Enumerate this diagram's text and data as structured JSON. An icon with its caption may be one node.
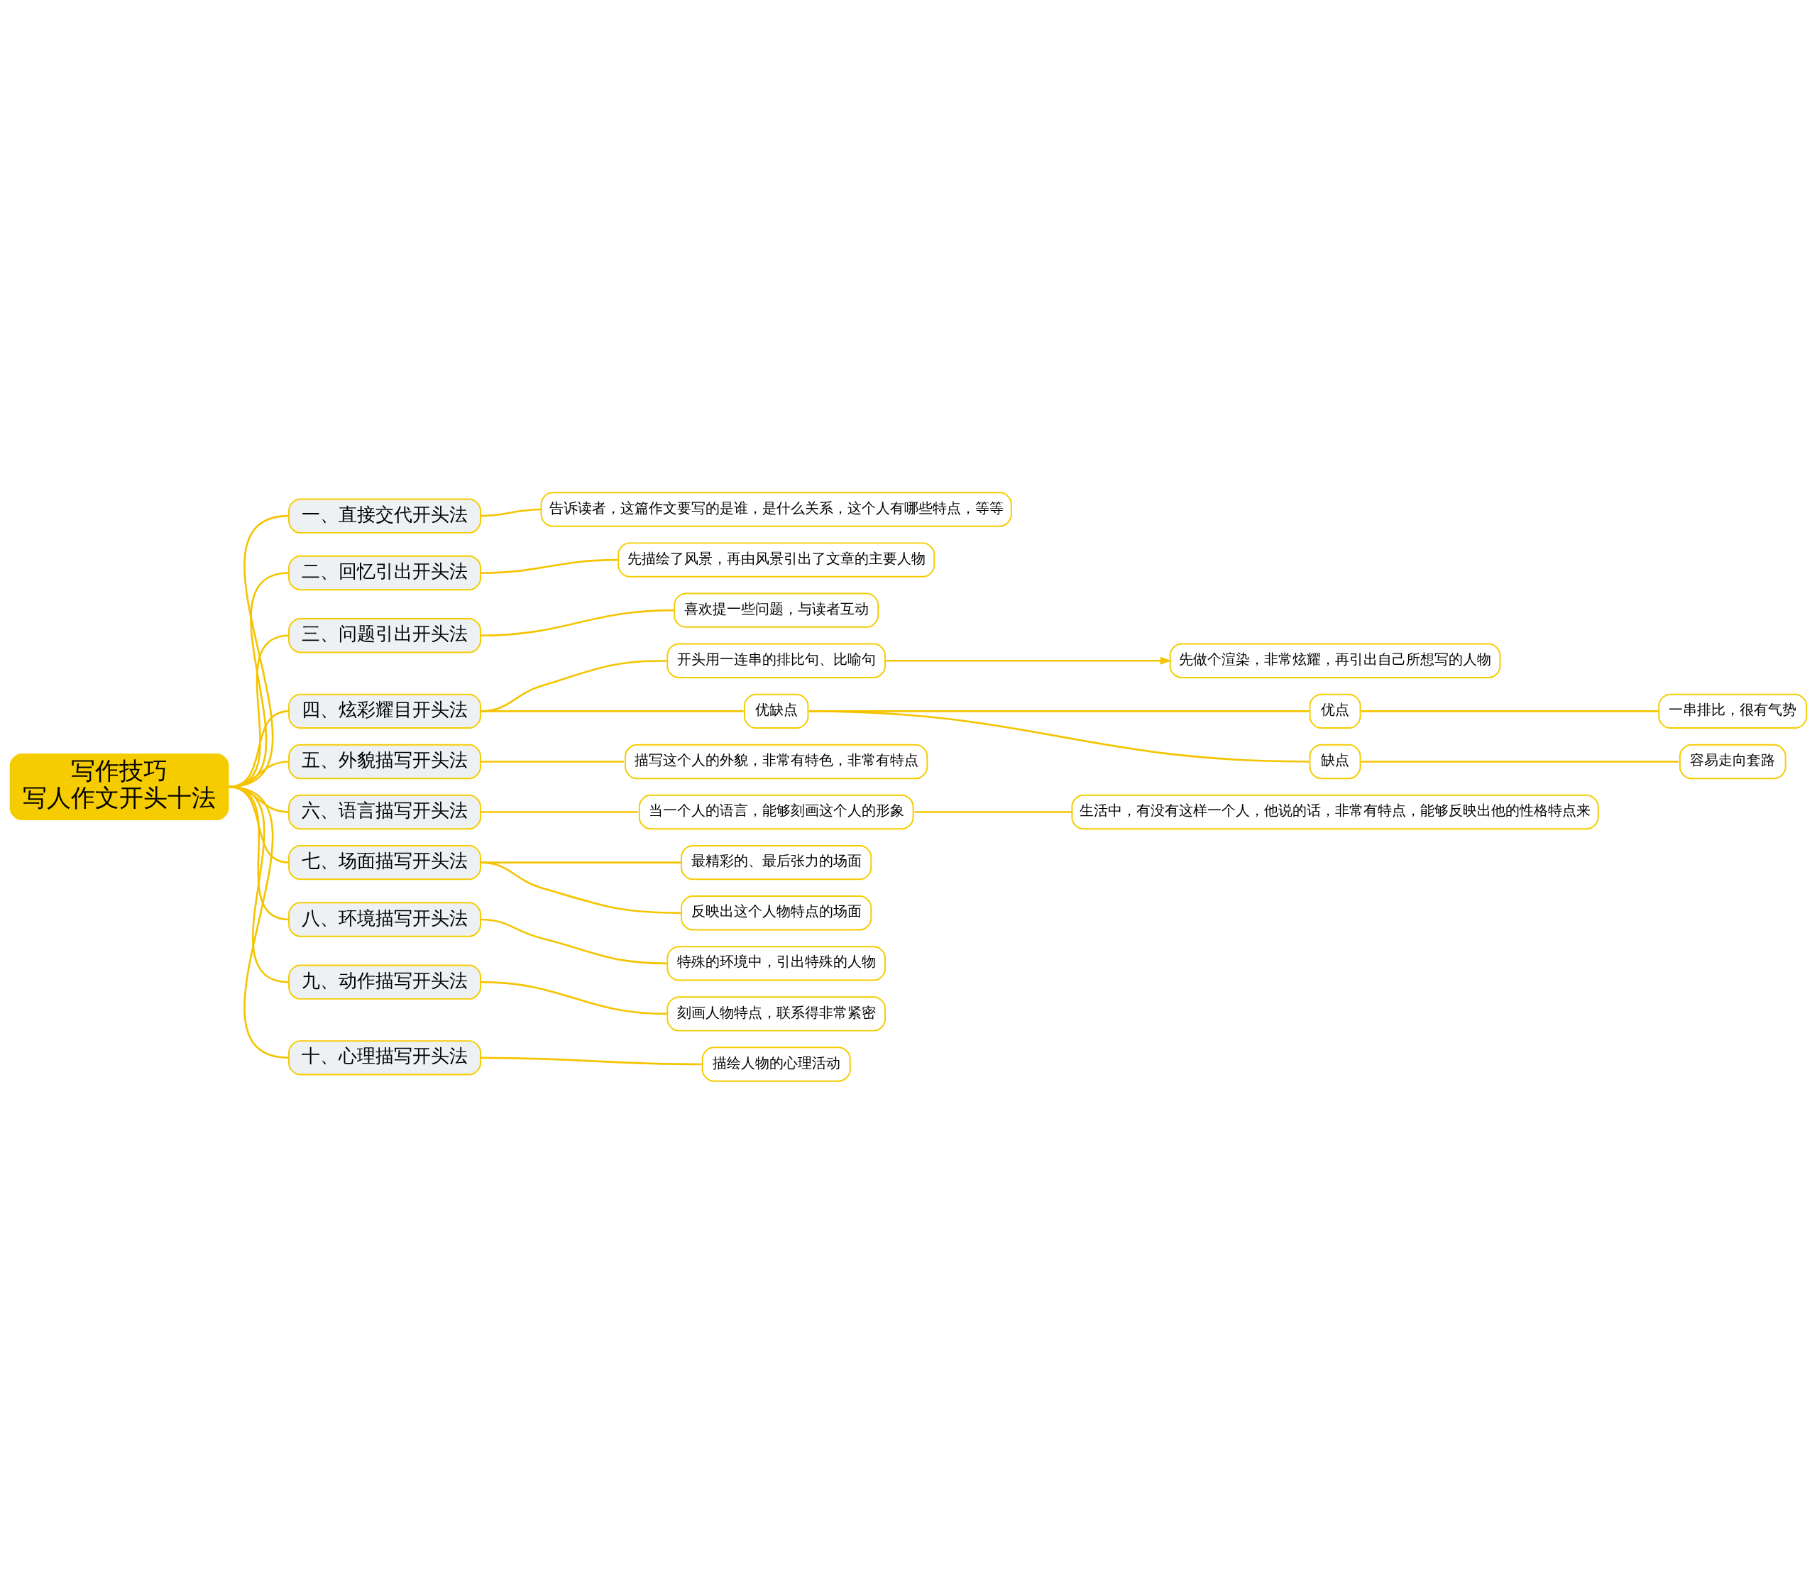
{
  "diagram": {
    "nodes": [
      {
        "text": [
          "写作技巧",
          "写人作文开头十法"
        ]
      },
      {
        "text": [
          "一、直接交代开头法"
        ]
      },
      {
        "text": [
          "告诉读者，这篇作文要写的是谁，是什么关系，这个人有哪些特点，等等"
        ]
      },
      {
        "text": [
          "二、回忆引出开头法"
        ]
      },
      {
        "text": [
          "先描绘了风景，再由风景引出了文章的主要人物"
        ]
      },
      {
        "text": [
          "三、问题引出开头法"
        ]
      },
      {
        "text": [
          "喜欢提一些问题，与读者互动"
        ]
      },
      {
        "text": [
          "四、炫彩耀目开头法"
        ]
      },
      {
        "text": [
          "开头用一连串的排比句、比喻句"
        ]
      },
      {
        "text": [
          "先做个渲染，非常炫耀，再引出自己所想写的人物"
        ]
      },
      {
        "text": [
          "优缺点"
        ]
      },
      {
        "text": [
          "优点"
        ]
      },
      {
        "text": [
          "一串排比，很有气势"
        ]
      },
      {
        "text": [
          "缺点"
        ]
      },
      {
        "text": [
          "容易走向套路"
        ]
      },
      {
        "text": [
          "五、外貌描写开头法"
        ]
      },
      {
        "text": [
          "描写这个人的外貌，非常有特色，非常有特点"
        ]
      },
      {
        "text": [
          "六、语言描写开头法"
        ]
      },
      {
        "text": [
          "当一个人的语言，能够刻画这个人的形象"
        ]
      },
      {
        "text": [
          "生活中，有没有这样一个人，他说的话，非常有特点，能够反映出他的性格特点来"
        ]
      },
      {
        "text": [
          "七、场面描写开头法"
        ]
      },
      {
        "text": [
          "最精彩的、最后张力的场面"
        ]
      },
      {
        "text": [
          "反映出这个人物特点的场面"
        ]
      },
      {
        "text": [
          "八、环境描写开头法"
        ]
      },
      {
        "text": [
          "特殊的环境中，引出特殊的人物"
        ]
      },
      {
        "text": [
          "九、动作描写开头法"
        ]
      },
      {
        "text": [
          "刻画人物特点，联系得非常紧密"
        ]
      },
      {
        "text": [
          "十、心理描写开头法"
        ]
      },
      {
        "text": [
          "描绘人物的心理活动"
        ]
      }
    ],
    "edges": [
      {
        "from": 0,
        "to": 1,
        "arrow": "none"
      },
      {
        "from": 0,
        "to": 3,
        "arrow": "none"
      },
      {
        "from": 0,
        "to": 5,
        "arrow": "none"
      },
      {
        "from": 0,
        "to": 7,
        "arrow": "none"
      },
      {
        "from": 0,
        "to": 15,
        "arrow": "none"
      },
      {
        "from": 0,
        "to": 17,
        "arrow": "none"
      },
      {
        "from": 0,
        "to": 20,
        "arrow": "none"
      },
      {
        "from": 0,
        "to": 23,
        "arrow": "none"
      },
      {
        "from": 0,
        "to": 25,
        "arrow": "none"
      },
      {
        "from": 0,
        "to": 27,
        "arrow": "none"
      },
      {
        "from": 1,
        "to": 2,
        "arrow": "none"
      },
      {
        "from": 3,
        "to": 4,
        "arrow": "none"
      },
      {
        "from": 5,
        "to": 6,
        "arrow": "none"
      },
      {
        "from": 7,
        "to": 8,
        "arrow": "none"
      },
      {
        "from": 8,
        "to": 9,
        "arrow": "to"
      },
      {
        "from": 7,
        "to": 10,
        "arrow": "none"
      },
      {
        "from": 10,
        "to": 11,
        "arrow": "none"
      },
      {
        "from": 11,
        "to": 12,
        "arrow": "none"
      },
      {
        "from": 10,
        "to": 13,
        "arrow": "none"
      },
      {
        "from": 13,
        "to": 14,
        "arrow": "none"
      },
      {
        "from": 15,
        "to": 16,
        "arrow": "none"
      },
      {
        "from": 17,
        "to": 18,
        "arrow": "none"
      },
      {
        "from": 18,
        "to": 19,
        "arrow": "none"
      },
      {
        "from": 20,
        "to": 21,
        "arrow": "none"
      },
      {
        "from": 20,
        "to": 22,
        "arrow": "none"
      },
      {
        "from": 23,
        "to": 24,
        "arrow": "none"
      },
      {
        "from": 25,
        "to": 26,
        "arrow": "none"
      },
      {
        "from": 27,
        "to": 28,
        "arrow": "none"
      }
    ]
  }
}
